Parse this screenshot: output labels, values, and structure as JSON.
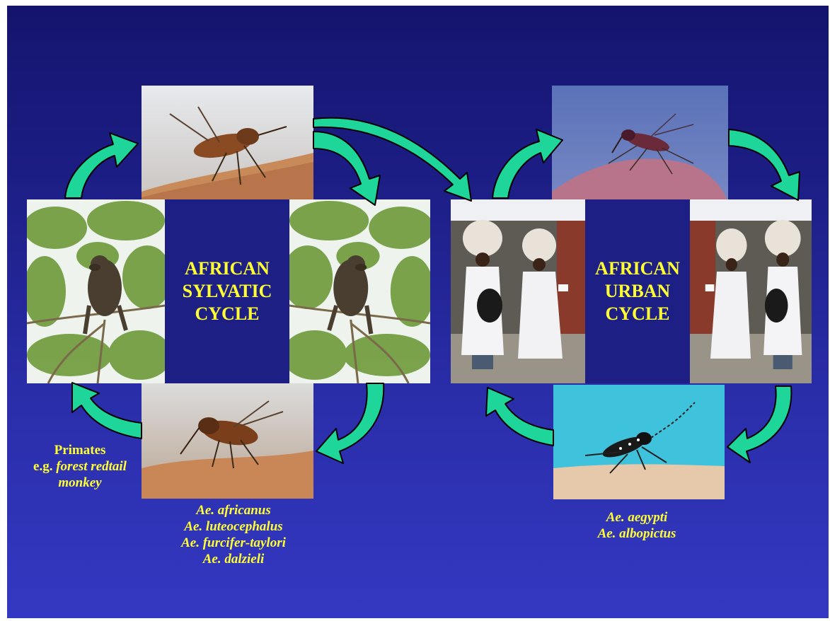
{
  "sylvatic": {
    "title": "AFRICAN\nSYLVATIC\nCYCLE",
    "host_label_line1": "Primates",
    "host_label_prefix": "e.g. ",
    "host_label_species1": "forest redtail",
    "host_label_species2": "monkey",
    "vectors": [
      "Ae. africanus",
      "Ae. luteocephalus",
      "Ae. furcifer-taylori",
      "Ae. dalzieli"
    ]
  },
  "urban": {
    "title": "AFRICAN\nURBAN\nCYCLE",
    "vectors": [
      "Ae. aegypti",
      "Ae. albopictus"
    ]
  },
  "colors": {
    "background_top": "#14146e",
    "background_bottom": "#3338c2",
    "text": "#ffff33",
    "arrow_fill": "#1fd69a",
    "arrow_outline": "#000000"
  },
  "icons": {
    "cycle_arrow": "curved-arrow-icon",
    "link_arrow": "thin-curved-arrow-icon"
  }
}
